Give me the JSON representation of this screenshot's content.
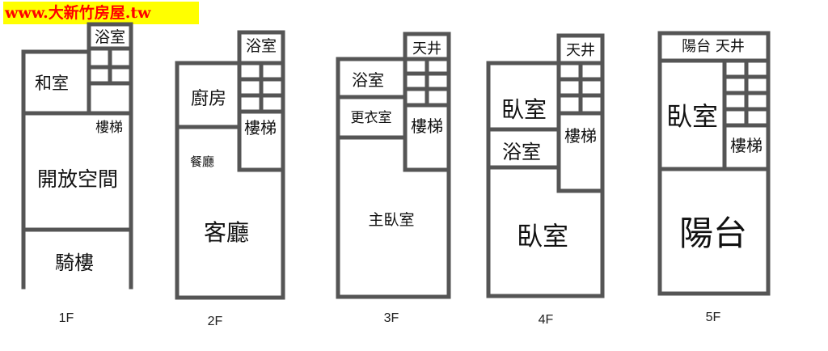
{
  "watermark": "www.大新竹房屋.tw",
  "floors": [
    {
      "label": "1F",
      "rooms": {
        "bath": "浴室",
        "japanese": "和室",
        "stairs": "樓梯",
        "open": "開放空間",
        "arcade": "騎樓"
      }
    },
    {
      "label": "2F",
      "rooms": {
        "bath": "浴室",
        "kitchen": "廚房",
        "stairs": "樓梯",
        "dining": "餐廳",
        "living": "客廳"
      }
    },
    {
      "label": "3F",
      "rooms": {
        "skylight": "天井",
        "bath": "浴室",
        "closet": "更衣室",
        "stairs": "樓梯",
        "master": "主臥室"
      }
    },
    {
      "label": "4F",
      "rooms": {
        "skylight": "天井",
        "bedroom": "臥室",
        "bath": "浴室",
        "stairs": "樓梯",
        "bedroom2": "臥室"
      }
    },
    {
      "label": "5F",
      "rooms": {
        "balcony_skylight": "陽台 天井",
        "bedroom": "臥室",
        "stairs": "樓梯",
        "balcony": "陽台"
      }
    }
  ]
}
